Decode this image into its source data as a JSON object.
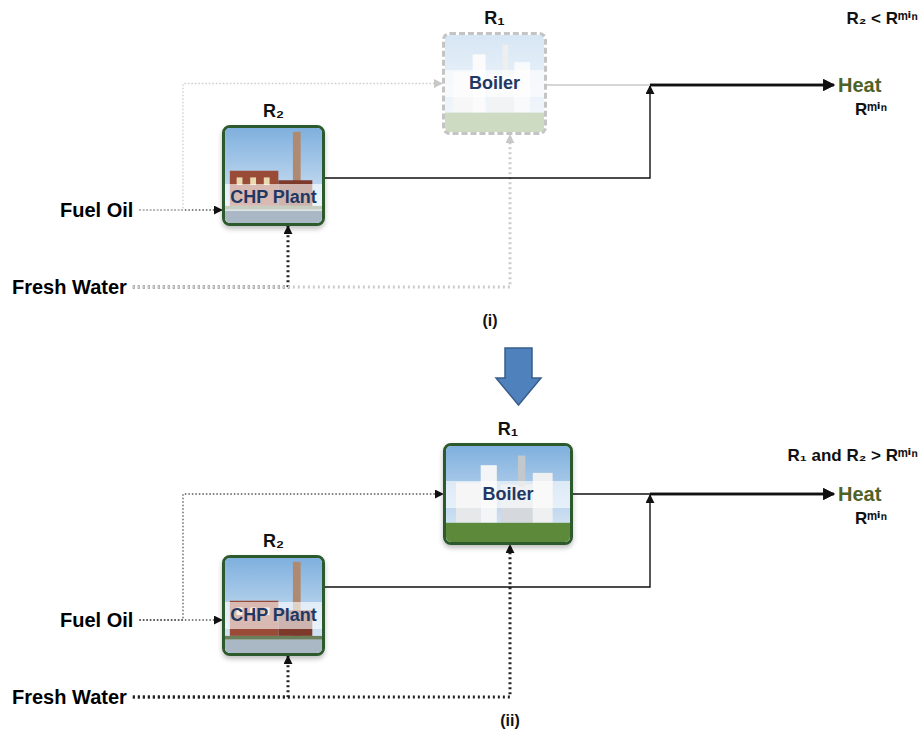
{
  "diagram": {
    "nodes": [
      {
        "text": [
          "R₁",
          "Boiler"
        ]
      },
      {
        "text": [
          "R₂",
          "CHP Plant"
        ]
      },
      {
        "text": [
          "Fuel Oil"
        ]
      },
      {
        "text": [
          "Fresh Water"
        ]
      },
      {
        "text": [
          "Heat"
        ]
      },
      {
        "text": [
          "R₁",
          "Boiler"
        ]
      },
      {
        "text": [
          "R₂",
          "CHP Plant"
        ]
      },
      {
        "text": [
          "Fuel Oil"
        ]
      },
      {
        "text": [
          "Fresh Water"
        ]
      },
      {
        "text": [
          "Heat"
        ]
      }
    ],
    "edges": [
      {
        "from": 2,
        "to": 1,
        "arrow": "to"
      },
      {
        "from": 2,
        "to": 0,
        "arrow": "to"
      },
      {
        "from": 3,
        "to": 1,
        "arrow": "to"
      },
      {
        "from": 3,
        "to": 0,
        "arrow": "to"
      },
      {
        "from": 1,
        "to": 4,
        "arrow": "to"
      },
      {
        "from": 0,
        "to": 4,
        "arrow": "to"
      },
      {
        "from": 7,
        "to": 6,
        "arrow": "to"
      },
      {
        "from": 7,
        "to": 5,
        "arrow": "to"
      },
      {
        "from": 8,
        "to": 6,
        "arrow": "to"
      },
      {
        "from": 8,
        "to": 5,
        "arrow": "to"
      },
      {
        "from": 6,
        "to": 9,
        "arrow": "to"
      },
      {
        "from": 5,
        "to": 9,
        "arrow": "to"
      }
    ],
    "labels": [
      "R₂ < Rᵐⁱⁿ",
      "Rᵐⁱⁿ",
      "(i)",
      "R₁ and R₂ > Rᵐⁱⁿ",
      "Rᵐⁱⁿ",
      "(ii)"
    ]
  }
}
